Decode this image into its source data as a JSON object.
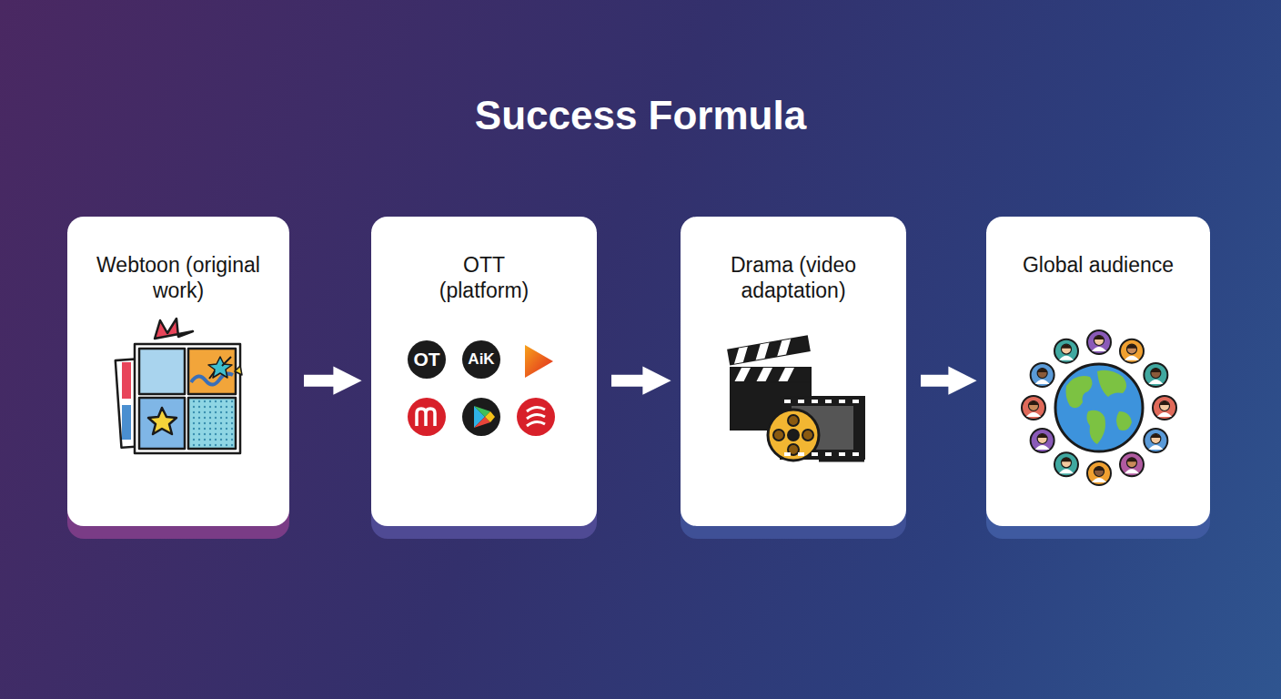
{
  "diagram": {
    "title": "Success Formula",
    "nodes": [
      {
        "text": [
          "Webtoon (original work)"
        ]
      },
      {
        "text": [
          "OTT (platform)"
        ]
      },
      {
        "text": [
          "Drama (video adaptation)"
        ]
      },
      {
        "text": [
          "Global audience"
        ]
      }
    ],
    "edges": [
      {
        "from": 0,
        "to": 1,
        "arrow": "to"
      },
      {
        "from": 1,
        "to": 2,
        "arrow": "to"
      },
      {
        "from": 2,
        "to": 3,
        "arrow": "to"
      }
    ],
    "labels": [
      "OT",
      "AiK"
    ]
  }
}
